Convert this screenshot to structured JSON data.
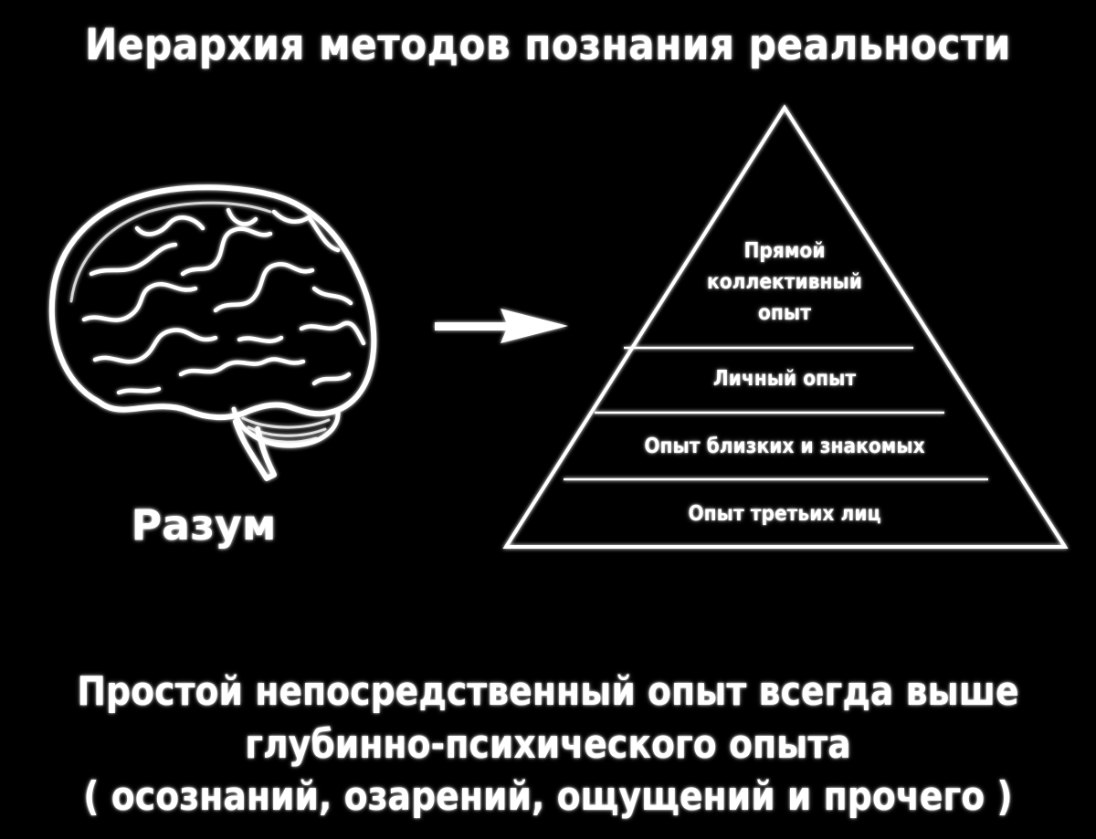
{
  "title": "Иерархия методов познания реальности",
  "left": {
    "icon": "brain-icon",
    "label": "Разум"
  },
  "arrow": {
    "icon": "arrow-right-icon"
  },
  "pyramid": {
    "layers": [
      {
        "label_lines": [
          "Прямой",
          "коллективный",
          "опыт"
        ],
        "label": "Прямой коллективный опыт",
        "level": "top"
      },
      {
        "label": "Личный опыт",
        "level": 2
      },
      {
        "label": "Опыт близких и знакомых",
        "level": 3
      },
      {
        "label": "Опыт третьих лиц",
        "level": "bottom"
      }
    ]
  },
  "caption": {
    "lines": [
      "Простой непосредственный опыт всегда выше",
      "глубинно-психического опыта",
      "( осознаний, озарений, ощущений и прочего )"
    ]
  },
  "colors": {
    "background": "#000000",
    "foreground": "#ffffff"
  }
}
